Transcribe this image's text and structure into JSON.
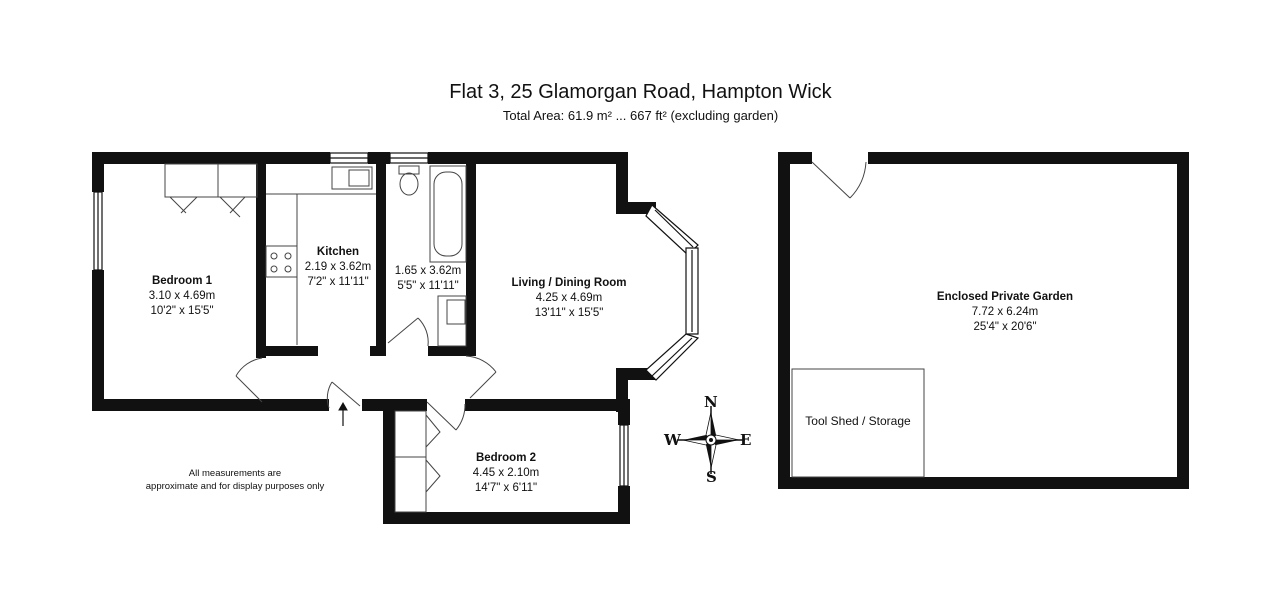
{
  "header": {
    "title": "Flat 3, 25 Glamorgan Road, Hampton Wick",
    "subtitle": "Total Area: 61.9 m² ... 667 ft² (excluding garden)"
  },
  "rooms": {
    "bedroom1": {
      "name": "Bedroom 1",
      "metric": "3.10 x 4.69m",
      "imperial": "10'2\" x 15'5\""
    },
    "kitchen": {
      "name": "Kitchen",
      "metric": "2.19 x 3.62m",
      "imperial": "7'2\" x 11'11\""
    },
    "bathroom": {
      "metric": "1.65 x 3.62m",
      "imperial": "5'5\" x 11'11\""
    },
    "living": {
      "name": "Living / Dining Room",
      "metric": "4.25 x 4.69m",
      "imperial": "13'11\" x 15'5\""
    },
    "bedroom2": {
      "name": "Bedroom 2",
      "metric": "4.45 x 2.10m",
      "imperial": "14'7\" x 6'11\""
    },
    "garden": {
      "name": "Enclosed Private Garden",
      "metric": "7.72 x 6.24m",
      "imperial": "25'4\" x 20'6\""
    },
    "shed": {
      "name": "Tool Shed / Storage"
    }
  },
  "note": {
    "line1": "All measurements are",
    "line2": "approximate and for display purposes only"
  },
  "compass": {
    "n": "N",
    "s": "S",
    "e": "E",
    "w": "W"
  },
  "colors": {
    "wall": "#111111",
    "line": "#444444"
  }
}
